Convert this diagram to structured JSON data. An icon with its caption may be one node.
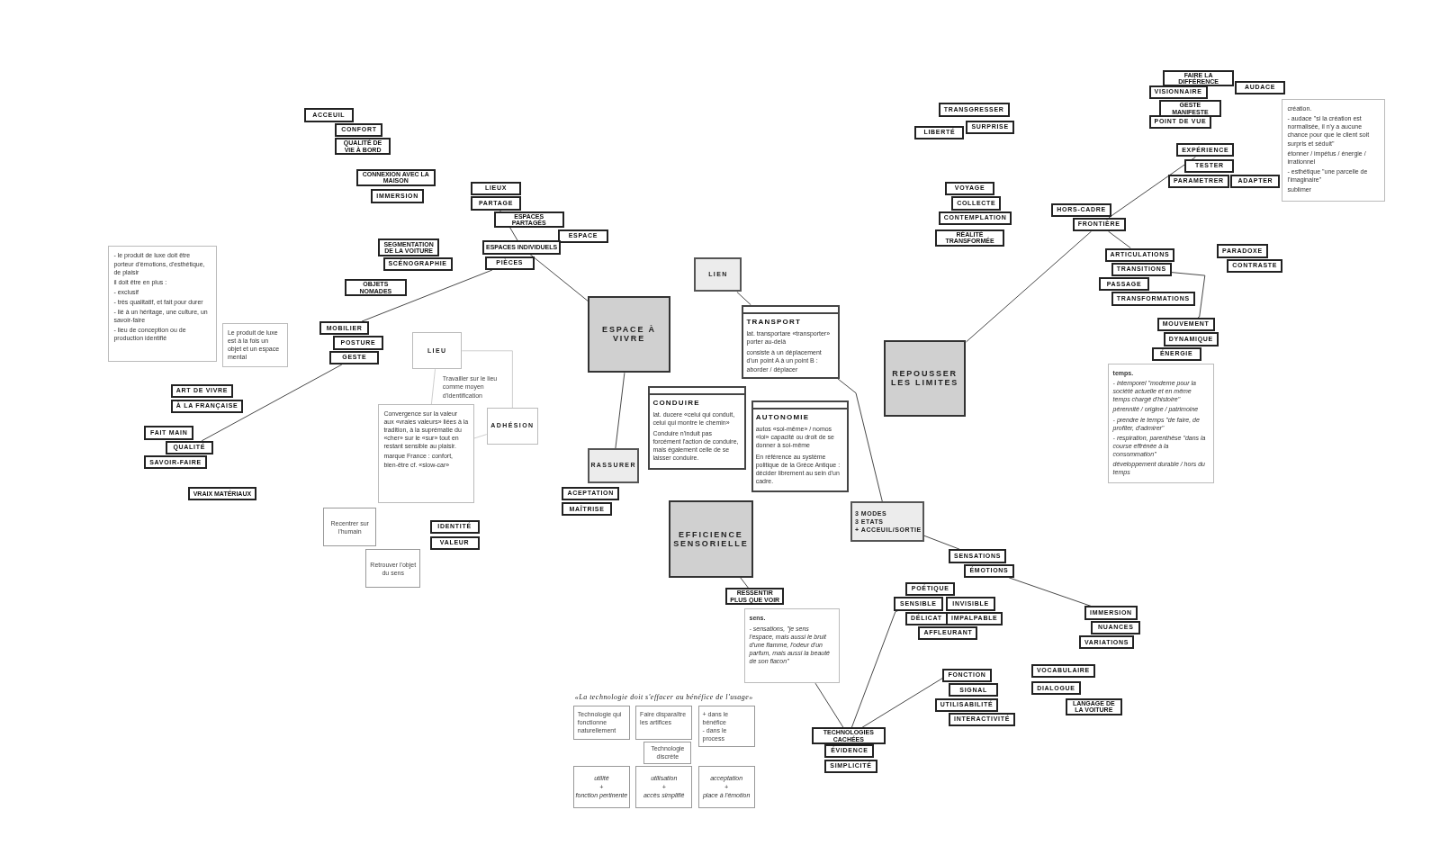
{
  "diagram": {
    "nodes": [
      {
        "text": [
          "ACCEUIL"
        ]
      },
      {
        "text": [
          "CONFORT"
        ]
      },
      {
        "text": [
          "QUALITÉ DE VIE À BORD"
        ]
      },
      {
        "text": [
          "CONNEXION AVEC LA MAISON"
        ]
      },
      {
        "text": [
          "IMMERSION"
        ]
      },
      {
        "text": [
          "SEGMENTATION DE LA VOITURE"
        ]
      },
      {
        "text": [
          "SCÉNOGRAPHIE"
        ]
      },
      {
        "text": [
          "OBJETS NOMADES"
        ]
      },
      {
        "text": [
          "- le produit de luxe doit être porteur d'émotions, d'esthétique, de plaisir",
          "il doit être en plus :",
          "- exclusif",
          "- très qualitatif, et fait pour durer",
          "- lié à un héritage, une culture, un savoir-faire",
          "- lieu de conception ou de production identifié"
        ]
      },
      {
        "text": [
          "Le produit de luxe est à la fois un objet et un espace mental"
        ]
      },
      {
        "text": [
          "ART DE VIVRE"
        ]
      },
      {
        "text": [
          "À LA FRANÇAISE"
        ]
      },
      {
        "text": [
          "FAIT MAIN"
        ]
      },
      {
        "text": [
          "QUALITÉ"
        ]
      },
      {
        "text": [
          "SAVOIR-FAIRE"
        ]
      },
      {
        "text": [
          "VRAIX MATÉRIAUX"
        ]
      },
      {
        "text": [
          "MOBILIER"
        ]
      },
      {
        "text": [
          "POSTURE"
        ]
      },
      {
        "text": [
          "GESTE"
        ]
      },
      {
        "text": [
          "LIEUX"
        ]
      },
      {
        "text": [
          "PARTAGE"
        ]
      },
      {
        "text": [
          "ESPACES PARTAGÉS"
        ]
      },
      {
        "text": [
          "ESPACE"
        ]
      },
      {
        "text": [
          "ESPACES INDIVIDUELS"
        ]
      },
      {
        "text": [
          "PIÈCES"
        ]
      },
      {
        "text": [
          "LIEU"
        ]
      },
      {
        "text": [
          "Convergence sur la valeur aux «vraies valeurs» liées à la tradition, à la suprématie du «cher» sur le «sur» tout en restant sensible au plaisir.",
          "marque France : confort, bien-être cf. «slow-car»"
        ]
      },
      {
        "text": [
          "ADHÉSION"
        ]
      },
      {
        "text": [
          "Recentrer sur l'humain"
        ]
      },
      {
        "text": [
          "Retrouver l'objet du sens"
        ]
      },
      {
        "text": [
          "IDENTITÉ"
        ]
      },
      {
        "text": [
          "VALEUR"
        ]
      },
      {
        "text": [
          "ESPACE À VIVRE"
        ]
      },
      {
        "text": [
          "RASSURER"
        ]
      },
      {
        "text": [
          "ACEPTATION"
        ]
      },
      {
        "text": [
          "MAÎTRISE"
        ]
      },
      {
        "text": [
          "LIEN"
        ]
      },
      {
        "text": [
          "TRANSPORT",
          "lat. transportare «transporter» porter au-delà",
          "consiste à un déplacement d'un point A à un point B : aborder / déplacer"
        ]
      },
      {
        "text": [
          "CONDUIRE",
          "lat. ducere «celui qui conduit, celui qui montre le chemin»",
          "Conduire n'induit pas forcément l'action de conduire, mais également celle de se laisser conduire."
        ]
      },
      {
        "text": [
          "AUTONOMIE",
          "autos «soi-même» / nomos «loi» capacité ou droit de se donner à soi-même",
          "En référence au système politique de la Grèce Antique : décider librement au sein d'un cadre."
        ]
      },
      {
        "text": [
          "REPOUSSER LES LIMITES"
        ]
      },
      {
        "text": [
          "3 MODES",
          "3 ETATS",
          "+ ACCEUIL/SORTIE"
        ]
      },
      {
        "text": [
          "EFFICIENCE SENSORIELLE"
        ]
      },
      {
        "text": [
          "RESSENTIR PLUS QUE VOIR"
        ]
      },
      {
        "text": [
          "sens.",
          "- sensations, \"je sens l'espace, mais aussi le bruit d'une flamme, l'odeur d'un parfum, mais aussi la beauté de son flacon\""
        ]
      },
      {
        "text": [
          "TECHNOLOGIES CACHÉES"
        ]
      },
      {
        "text": [
          "ÉVIDENCE"
        ]
      },
      {
        "text": [
          "SIMPLICITÉ"
        ]
      },
      {
        "text": [
          "Technologie qui fonctionne naturellement"
        ]
      },
      {
        "text": [
          "Faire disparaître les artifices"
        ]
      },
      {
        "text": [
          "+ dans le bénéfice",
          "- dans le process"
        ]
      },
      {
        "text": [
          "Technologie discrète"
        ]
      },
      {
        "text": [
          "utilité",
          "+",
          "fonction pertinente"
        ]
      },
      {
        "text": [
          "utilisation",
          "+",
          "accès simplifié"
        ]
      },
      {
        "text": [
          "acceptation",
          "+",
          "place à l'émotion"
        ]
      },
      {
        "text": [
          "TRANSGRESSER"
        ]
      },
      {
        "text": [
          "LIBERTÉ"
        ]
      },
      {
        "text": [
          "SURPRISE"
        ]
      },
      {
        "text": [
          "VOYAGE"
        ]
      },
      {
        "text": [
          "COLLECTE"
        ]
      },
      {
        "text": [
          "CONTEMPLATION"
        ]
      },
      {
        "text": [
          "RÉALITÉ TRANSFORMÉE"
        ]
      },
      {
        "text": [
          "HORS-CADRE"
        ]
      },
      {
        "text": [
          "FRONTIÈRE"
        ]
      },
      {
        "text": [
          "FAIRE LA DIFFÉRENCE"
        ]
      },
      {
        "text": [
          "VISIONNAIRE"
        ]
      },
      {
        "text": [
          "GESTE MANIFESTE"
        ]
      },
      {
        "text": [
          "POINT DE VUE"
        ]
      },
      {
        "text": [
          "AUDACE"
        ]
      },
      {
        "text": [
          "création.",
          "- audace \"si la création est normalisée, il n'y a aucune chance pour que le client soit surpris et séduit\"",
          "étonner / impétus / énergie / irrationnel",
          "- esthétique \"une parcelle de l'imaginaire\"",
          "sublimer"
        ]
      },
      {
        "text": [
          "EXPÉRIENCE"
        ]
      },
      {
        "text": [
          "TESTER"
        ]
      },
      {
        "text": [
          "PARAMETRER"
        ]
      },
      {
        "text": [
          "ADAPTER"
        ]
      },
      {
        "text": [
          "ARTICULATIONS"
        ]
      },
      {
        "text": [
          "TRANSITIONS"
        ]
      },
      {
        "text": [
          "PASSAGE"
        ]
      },
      {
        "text": [
          "TRANSFORMATIONS"
        ]
      },
      {
        "text": [
          "PARADOXE"
        ]
      },
      {
        "text": [
          "CONTRASTE"
        ]
      },
      {
        "text": [
          "MOUVEMENT"
        ]
      },
      {
        "text": [
          "DYNAMIQUE"
        ]
      },
      {
        "text": [
          "ÉNERGIE"
        ]
      },
      {
        "text": [
          "temps.",
          "- intemporel \"moderne pour la société actuelle et en même temps chargé d'histoire\"",
          "pérennité / origine / patrimoine",
          "- prendre le temps \"de faire, de profiter, d'admirer\"",
          "- respiration, parenthèse \"dans la course effrénée à la consommation\"",
          "développement durable / hors du temps"
        ]
      },
      {
        "text": [
          "SENSATIONS"
        ]
      },
      {
        "text": [
          "ÉMOTIONS"
        ]
      },
      {
        "text": [
          "POÉTIQUE"
        ]
      },
      {
        "text": [
          "SENSIBLE"
        ]
      },
      {
        "text": [
          "INVISIBLE"
        ]
      },
      {
        "text": [
          "DÉLICAT"
        ]
      },
      {
        "text": [
          "IMPALPABLE"
        ]
      },
      {
        "text": [
          "AFFLEURANT"
        ]
      },
      {
        "text": [
          "IMMERSION"
        ]
      },
      {
        "text": [
          "NUANCES"
        ]
      },
      {
        "text": [
          "VARIATIONS"
        ]
      },
      {
        "text": [
          "FONCTION"
        ]
      },
      {
        "text": [
          "SIGNAL"
        ]
      },
      {
        "text": [
          "UTILISABILITÉ"
        ]
      },
      {
        "text": [
          "INTERACTIVITÉ"
        ]
      },
      {
        "text": [
          "VOCABULAIRE"
        ]
      },
      {
        "text": [
          "DIALOGUE"
        ]
      },
      {
        "text": [
          "LANGAGE DE LA VOITURE"
        ]
      }
    ],
    "edges": [
      {
        "from": 13,
        "to": 18,
        "arrow": "none"
      },
      {
        "from": 16,
        "to": 24,
        "arrow": "none"
      },
      {
        "from": 20,
        "to": 23,
        "arrow": "none"
      },
      {
        "from": 23,
        "to": 32,
        "arrow": "none"
      },
      {
        "from": 32,
        "to": 33,
        "arrow": "none"
      },
      {
        "from": 25,
        "to": 26,
        "arrow": "none",
        "color": "#c8c8c8"
      },
      {
        "from": 25,
        "to": 27,
        "arrow": "none",
        "color": "#c8c8c8"
      },
      {
        "from": 26,
        "to": 27,
        "arrow": "none",
        "color": "#c8c8c8"
      },
      {
        "from": 36,
        "to": 37,
        "arrow": "none"
      },
      {
        "from": 37,
        "to": 41,
        "arrow": "none"
      },
      {
        "from": 40,
        "to": 63,
        "arrow": "none"
      },
      {
        "from": 63,
        "to": 70,
        "arrow": "none"
      },
      {
        "from": 63,
        "to": 74,
        "arrow": "none"
      },
      {
        "from": 75,
        "to": 80,
        "arrow": "none"
      },
      {
        "from": 41,
        "to": 84,
        "arrow": "none"
      },
      {
        "from": 85,
        "to": 92,
        "arrow": "none"
      },
      {
        "from": 42,
        "to": 43,
        "arrow": "none"
      },
      {
        "from": 44,
        "to": 45,
        "arrow": "none"
      },
      {
        "from": 45,
        "to": 87,
        "arrow": "none"
      },
      {
        "from": 45,
        "to": 95,
        "arrow": "none"
      }
    ],
    "labels": [
      "Travailler sur le lieu comme moyen d'identification",
      "«La technologie doit s'effacer au bénéfice de l'usage»"
    ]
  }
}
